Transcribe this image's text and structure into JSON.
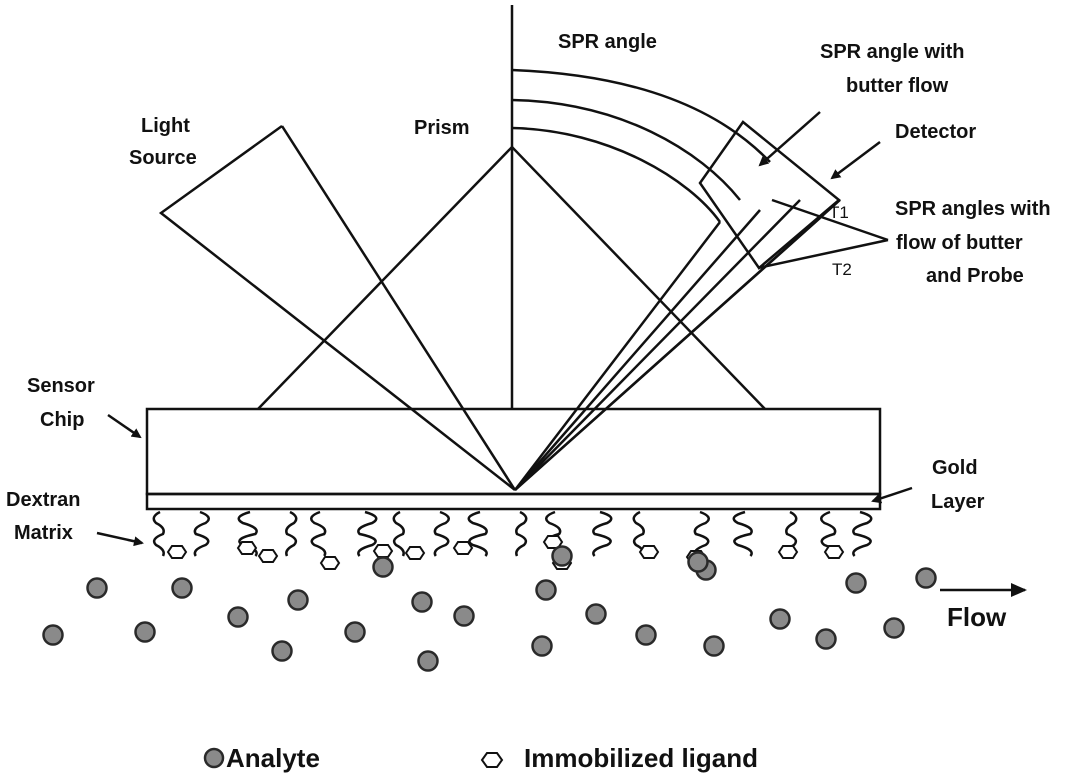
{
  "labels": {
    "spr_angle": "SPR angle",
    "spr_buffer_1": "SPR angle with",
    "spr_buffer_2": "butter flow",
    "detector": "Detector",
    "light_1": "Light",
    "light_2": "Source",
    "prism": "Prism",
    "spr_probe_1": "SPR angles with",
    "spr_probe_2": "flow of butter",
    "spr_probe_3": "and Probe",
    "t1": "T1",
    "t2": "T2",
    "sensor_1": "Sensor",
    "sensor_2": "Chip",
    "gold_1": "Gold",
    "gold_2": "Layer",
    "dextran_1": "Dextran",
    "dextran_2": "Matrix",
    "flow": "Flow"
  },
  "legend": {
    "analyte": "Analyte",
    "ligand": "Immobilized ligand"
  },
  "colors": {
    "line": "#111111",
    "analyte_fill": "#8a8a8a",
    "analyte_stroke": "#2a2a2a",
    "ligand_fill": "#ffffff"
  },
  "icons": {
    "analyte": "gray-circle",
    "ligand": "hexagon-outline"
  }
}
